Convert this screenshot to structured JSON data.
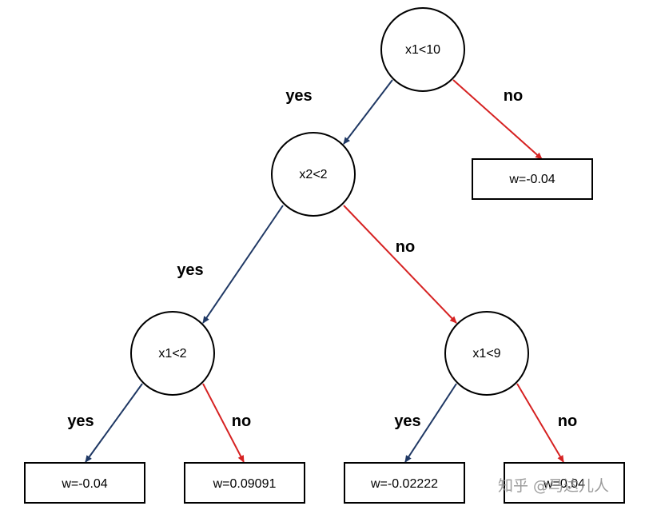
{
  "colors": {
    "yes_edge": "#1f3864",
    "no_edge": "#d62222",
    "stroke": "#000000"
  },
  "edge_labels": {
    "yes": "yes",
    "no": "no"
  },
  "nodes": {
    "root": "x1<10",
    "left": "x2<2",
    "left_left": "x1<2",
    "left_right": "x1<9"
  },
  "leaves": {
    "root_no": "w=-0.04",
    "ll_yes": "w=-0.04",
    "ll_no": "w=0.09091",
    "lr_yes": "w=-0.02222",
    "lr_no": "w=0.04"
  },
  "watermark": "知乎 @马达儿人"
}
